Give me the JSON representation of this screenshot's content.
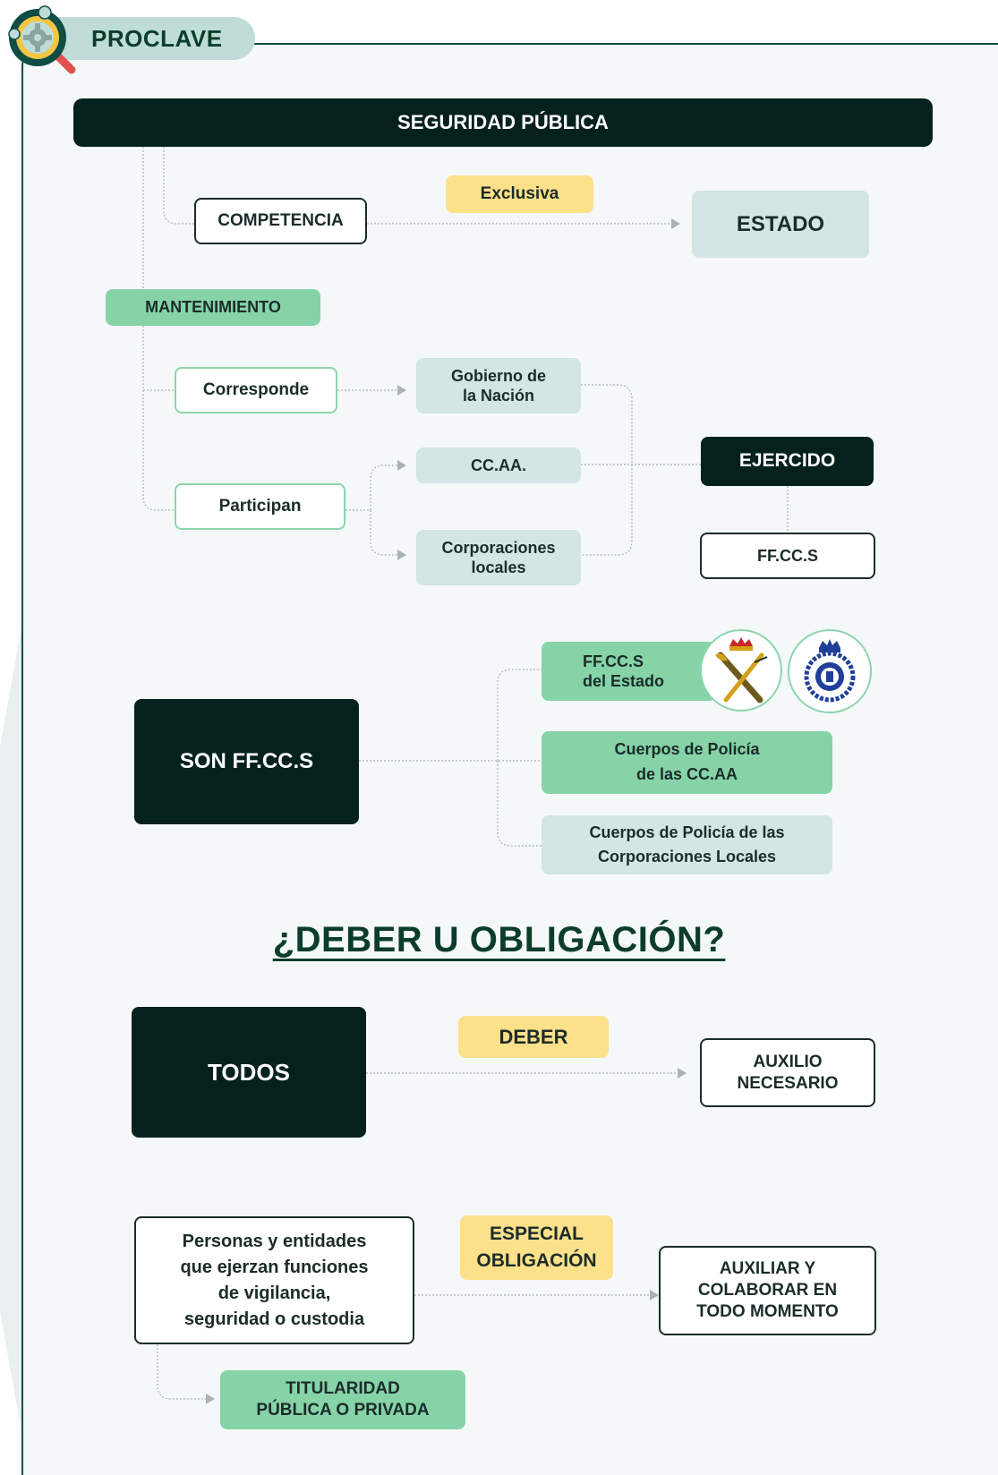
{
  "header": {
    "badge": "PROCLAVE"
  },
  "flow1": {
    "title": "SEGURIDAD PÚBLICA",
    "competencia": "COMPETENCIA",
    "exclusiva": "Exclusiva",
    "estado": "ESTADO",
    "mantenimiento": "MANTENIMIENTO",
    "corresponde": "Corresponde",
    "participan": "Participan",
    "gobierno": "Gobierno de\nla Nación",
    "ccaa": "CC.AA.",
    "corporaciones": "Corporaciones\nlocales",
    "ejercido": "EJERCIDO",
    "ffccs": "FF.CC.S"
  },
  "flow2": {
    "son": "SON FF.CC.S",
    "estado": "FF.CC.S\ndel Estado",
    "policia_ccaa": "Cuerpos de Policía\nde las CC.AA",
    "policia_locales": "Cuerpos de Policía de las\nCorporaciones Locales"
  },
  "section_title": "¿DEBER U OBLIGACIÓN?",
  "flow3": {
    "todos": "TODOS",
    "deber": "DEBER",
    "auxilio": "AUXILIO\nNECESARIO",
    "personas": "Personas y entidades\nque ejerzan funciones\nde vigilancia,\nseguridad o custodia",
    "especial": "ESPECIAL\nOBLIGACIÓN",
    "auxiliar": "AUXILIAR Y\nCOLABORAR EN\nTODO MOMENTO",
    "titularidad": "TITULARIDAD\nPÚBLICA O PRIVADA"
  },
  "colors": {
    "dark": "#05211e",
    "green": "#86d3a8",
    "gray": "#d3e5e4",
    "yellow": "#fde08a",
    "title_green": "#0b3d2a"
  }
}
